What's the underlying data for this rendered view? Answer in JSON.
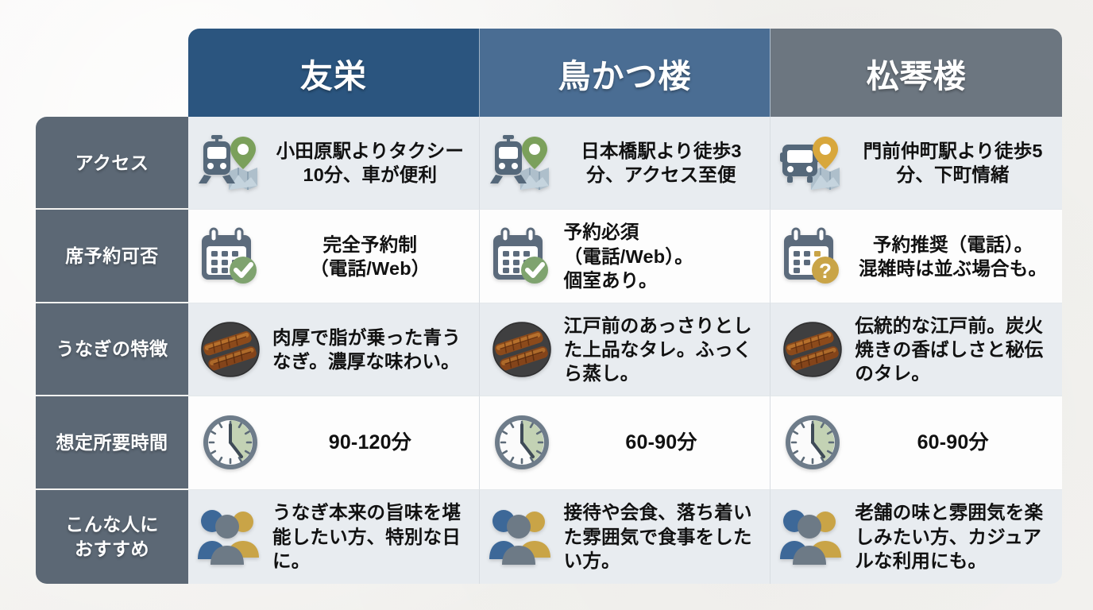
{
  "colors": {
    "header_col1": "#2b557f",
    "header_col2": "#4a6d93",
    "header_col3": "#6c7680",
    "row_label_bg": "#5c6875",
    "row_shade_bg": "#e8ecf0",
    "row_plain_bg": "#fdfdfd",
    "page_bg": "#f4f3f1",
    "accent_green": "#7fa36f",
    "accent_gold": "#c9a447",
    "accent_blue": "#3d6898",
    "accent_gray": "#6d7a86",
    "pin_green": "#7ba05b",
    "pin_gold": "#d8a73c"
  },
  "table": {
    "corner_label": "",
    "columns": [
      {
        "id": "yuuei",
        "label": "友栄",
        "icon_variant": "train"
      },
      {
        "id": "torikatsu",
        "label": "鳥かつ楼",
        "icon_variant": "train"
      },
      {
        "id": "shokinro",
        "label": "松琴楼",
        "icon_variant": "bus"
      }
    ],
    "rows": [
      {
        "id": "access",
        "label": "アクセス",
        "icons": [
          "train-map-icon",
          "train-map-icon",
          "bus-map-icon"
        ],
        "align": [
          "center",
          "center",
          "center"
        ],
        "cells": [
          "小田原駅よりタクシー10分、車が便利",
          "日本橋駅より徒歩3分、アクセス至便",
          "門前仲町駅より徒歩5分、下町情緒"
        ]
      },
      {
        "id": "reservation",
        "label": "席予約可否",
        "icons": [
          "calendar-check-icon",
          "calendar-check-icon",
          "calendar-question-icon"
        ],
        "align": [
          "center",
          "left",
          "center"
        ],
        "cells": [
          "完全予約制\n（電話/Web）",
          "予約必須\n（電話/Web）。\n個室あり。",
          "予約推奨（電話）。\n混雑時は並ぶ場合も。"
        ]
      },
      {
        "id": "unagi-features",
        "label": "うなぎの特徴",
        "icons": [
          "grilled-eel-icon",
          "grilled-eel-icon",
          "grilled-eel-icon"
        ],
        "align": [
          "left",
          "left",
          "left"
        ],
        "cells": [
          "肉厚で脂が乗った青うなぎ。濃厚な味わい。",
          "江戸前のあっさりとした上品なタレ。ふっくら蒸し。",
          "伝統的な江戸前。炭火焼きの香ばしさと秘伝のタレ。"
        ]
      },
      {
        "id": "duration",
        "label": "想定所要時間",
        "icons": [
          "clock-icon",
          "clock-icon",
          "clock-icon"
        ],
        "align": [
          "center",
          "center",
          "center"
        ],
        "cells": [
          "90-120分",
          "60-90分",
          "60-90分"
        ]
      },
      {
        "id": "recommended-for",
        "label": "こんな人に\nおすすめ",
        "icons": [
          "people-group-icon",
          "people-group-icon",
          "people-group-icon"
        ],
        "align": [
          "left",
          "left",
          "left"
        ],
        "cells": [
          "うなぎ本来の旨味を堪能したい方、特別な日に。",
          "接待や会食、落ち着いた雰囲気で食事をしたい方。",
          "老舗の味と雰囲気を楽しみたい方、カジュアルな利用にも。"
        ]
      }
    ]
  }
}
